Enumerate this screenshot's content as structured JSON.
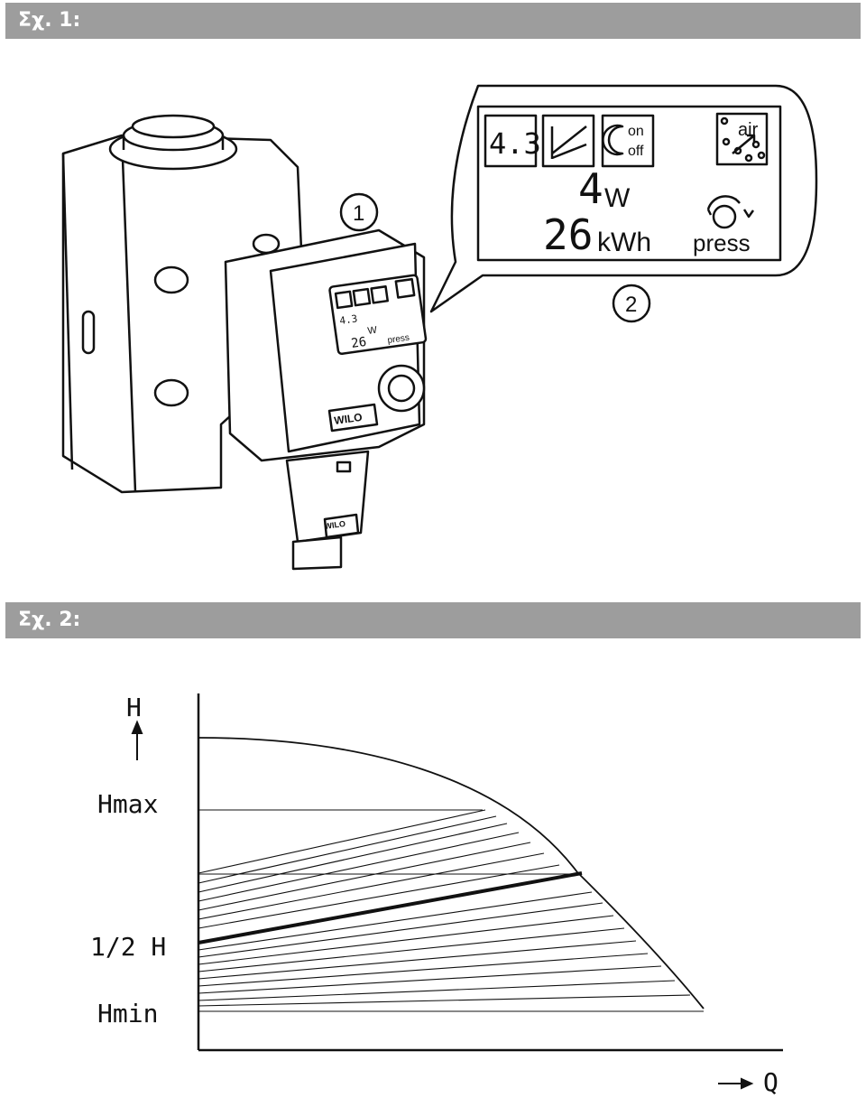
{
  "figure1": {
    "caption": "Σχ. 1:",
    "callout_1": "1",
    "callout_2": "2",
    "display": {
      "mode_value": "4.3",
      "on_label": "on",
      "off_label": "off",
      "air_label": "air",
      "power_value": "4",
      "power_unit": "W",
      "energy_value": "26",
      "energy_unit": "kWh",
      "press_label": "press"
    },
    "brand": "WILO"
  },
  "figure2": {
    "caption": "Σχ. 2:",
    "y_axis_label": "H",
    "x_axis_label": "Q",
    "y_ticks": [
      "Hmax",
      "1/2 H",
      "Hmin"
    ]
  },
  "colors": {
    "caption_bar": "#9d9d9d",
    "caption_text": "#ffffff",
    "line": "#111111"
  }
}
